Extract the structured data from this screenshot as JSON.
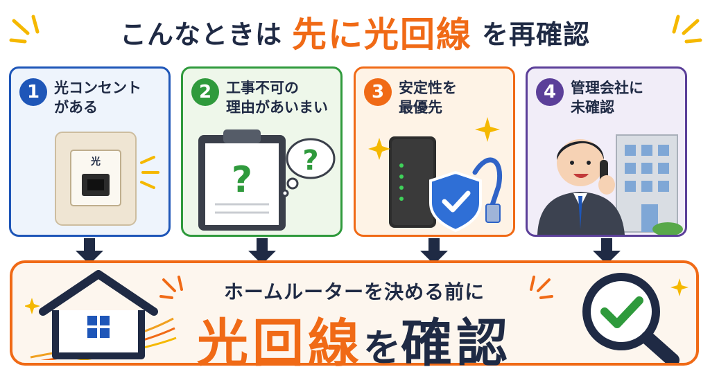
{
  "header": {
    "prefix": "こんなときは",
    "accent": "先に光回線",
    "suffix": "を再確認"
  },
  "cards": [
    {
      "num": "1",
      "text": "光コンセント\nがある",
      "outlet_label": "光"
    },
    {
      "num": "2",
      "text": "工事不可の\n理由があいまい"
    },
    {
      "num": "3",
      "text": "安定性を\n最優先"
    },
    {
      "num": "4",
      "text": "管理会社に\n未確認"
    }
  ],
  "bottom": {
    "subtitle": "ホームルーターを決める前に",
    "main_a": "光回線",
    "main_b": "を",
    "main_c": "確認"
  },
  "colors": {
    "blue": "#1e56b8",
    "green": "#2f9a3c",
    "orange": "#f06a16",
    "purple": "#5b3f99",
    "navy": "#1f2a44"
  }
}
